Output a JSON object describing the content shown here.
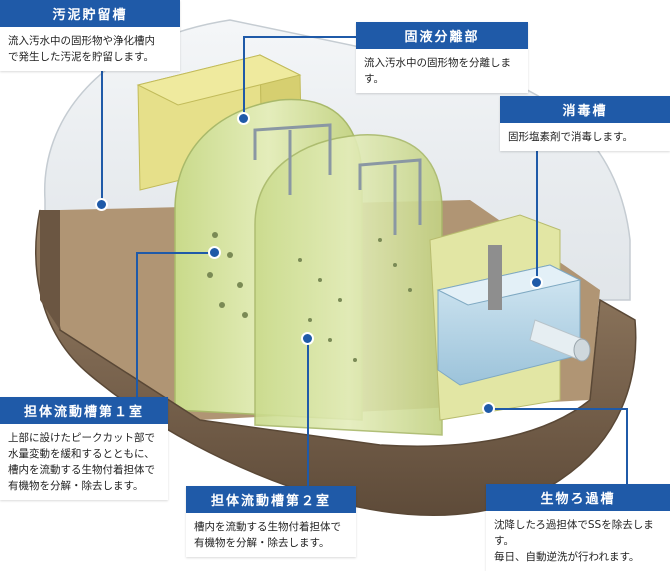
{
  "callouts": {
    "sludge_tank": {
      "title": "汚泥貯留槽",
      "body": "流入汚水中の固形物や浄化槽内\nで発生した汚泥を貯留します。"
    },
    "solid_liquid_separation": {
      "title": "固液分離部",
      "body": "流入汚水中の固形物を分離します。"
    },
    "disinfection_tank": {
      "title": "消毒槽",
      "body": "固形塩素剤で消毒します。"
    },
    "carrier_flow_tank_1": {
      "title": "担体流動槽第１室",
      "body": "上部に設けたピークカット部で\n水量変動を緩和するとともに、\n槽内を流動する生物付着担体で\n有機物を分解・除去します。"
    },
    "carrier_flow_tank_2": {
      "title": "担体流動槽第２室",
      "body": "槽内を流動する生物付着担体で\n有機物を分解・除去します。"
    },
    "biofilter_tank": {
      "title": "生物ろ過槽",
      "body": "沈降したろ過担体でSSを除去します。\n毎日、自動逆洗が行われます。"
    }
  },
  "colors": {
    "accent": "#1f5aa8",
    "tank_shell": "#7c6650",
    "tank_floor": "#b09574",
    "chamber_green": "#d8e6a6",
    "sludge_yellow": "#e6e08a",
    "disinfection_blue": "#bcd9ea",
    "dome_clear": "#e3e9ee"
  }
}
